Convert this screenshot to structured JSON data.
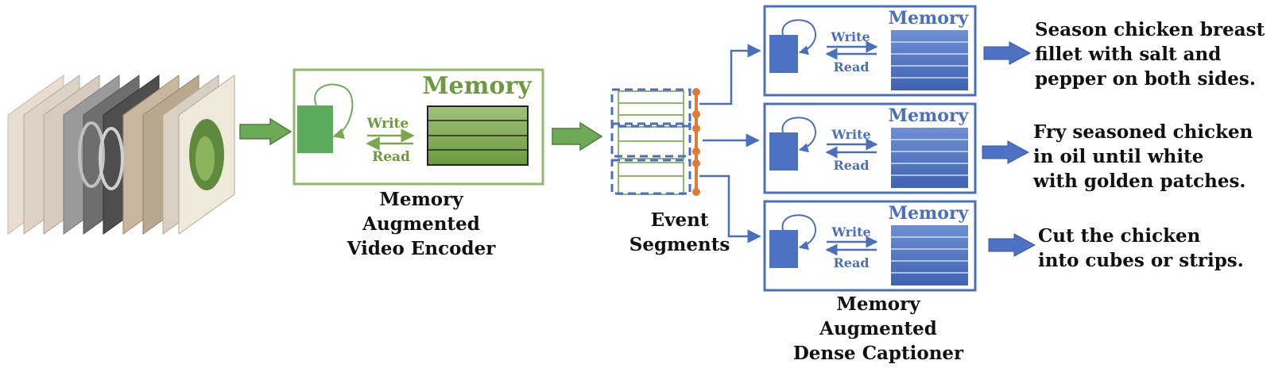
{
  "encoder": {
    "memory_title": "Memory",
    "write_label": "Write",
    "read_label": "Read",
    "caption_lines": [
      "Memory",
      "Augmented",
      "Video Encoder"
    ]
  },
  "segments": {
    "caption_lines": [
      "Event",
      "Segments"
    ]
  },
  "captioner": {
    "memory_title": "Memory",
    "write_label": "Write",
    "read_label": "Read",
    "caption_lines": [
      "Memory",
      "Augmented",
      "Dense Captioner"
    ]
  },
  "outputs": [
    {
      "lines": [
        "Season chicken breast",
        "fillet with salt and",
        "pepper on both sides."
      ]
    },
    {
      "lines": [
        "Fry seasoned chicken",
        "in oil until white",
        "with golden patches."
      ]
    },
    {
      "lines": [
        "Cut the chicken",
        "into cubes or strips."
      ]
    }
  ],
  "colors": {
    "green": "#6d9a3d",
    "green_light": "#9dc27a",
    "green_fill": "#5cab5c",
    "blue": "#4a6fbf",
    "blue_fill": "#4d72c3",
    "orange": "#e07b36"
  }
}
